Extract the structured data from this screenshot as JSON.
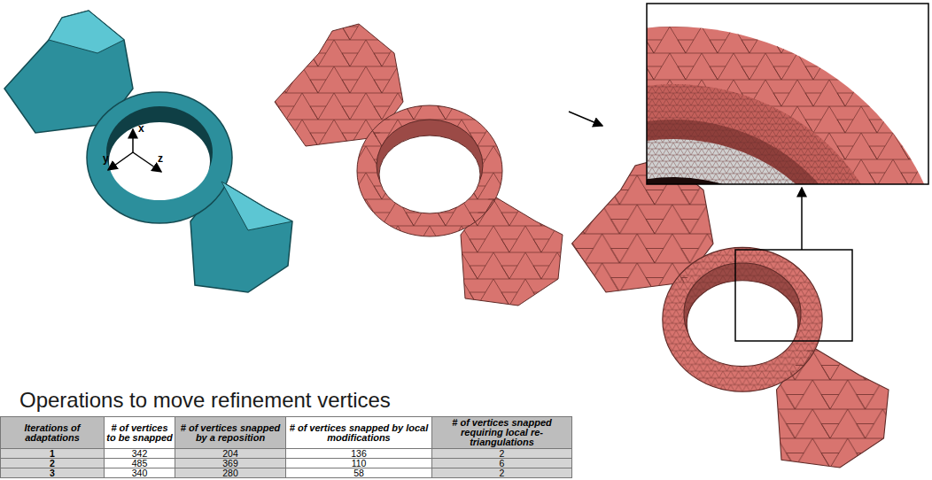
{
  "diagram": {
    "title": "Operations to move refinement vertices",
    "labels": [
      "x",
      "y",
      "z",
      "Iterations of adaptations",
      "# of vertices to be snapped",
      "# of vertices snapped by a reposition",
      "# of vertices snapped by local modifications",
      "# of vertices snapped requiring local re-triangulations",
      "1",
      "342",
      "204",
      "136",
      "2",
      "2",
      "485",
      "369",
      "110",
      "6",
      "3",
      "340",
      "280",
      "58",
      "2"
    ]
  }
}
